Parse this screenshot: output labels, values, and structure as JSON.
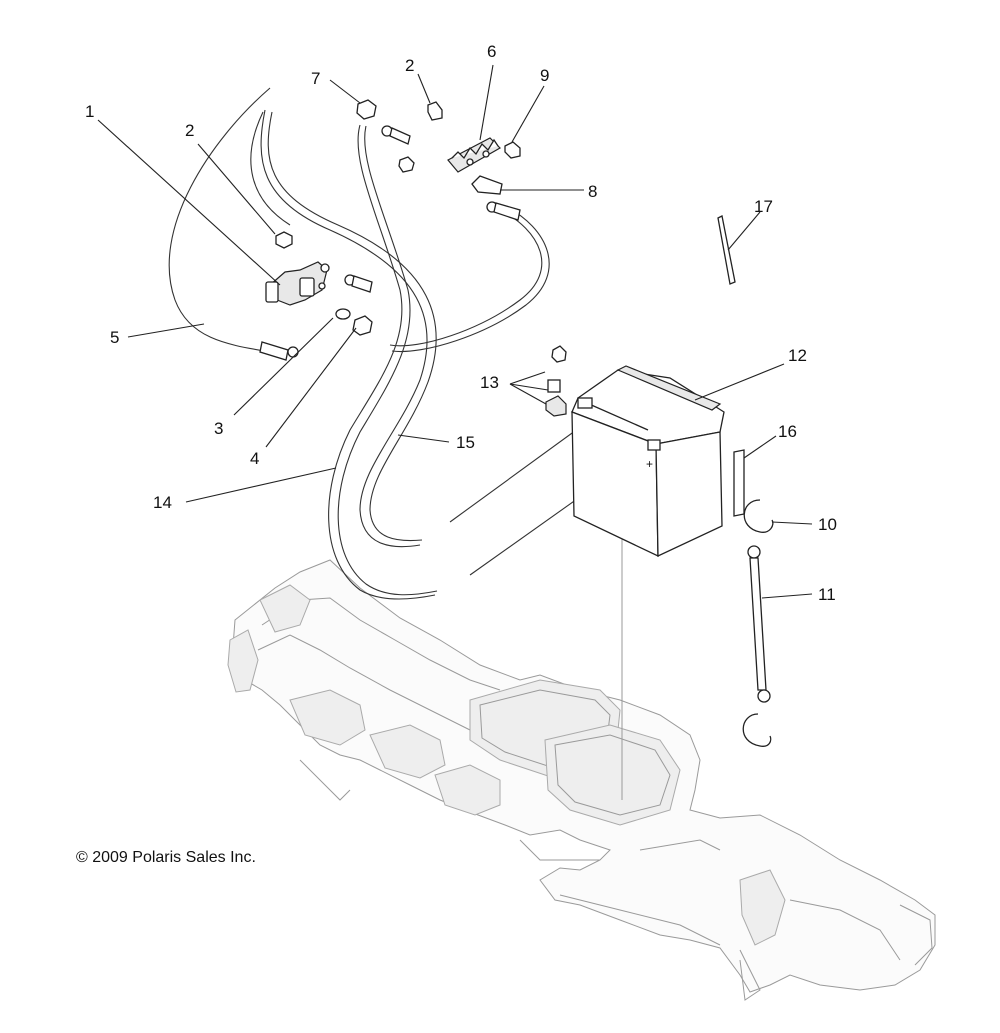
{
  "copyright": "© 2009 Polaris Sales Inc.",
  "callouts": [
    {
      "id": "c1",
      "label": "1"
    },
    {
      "id": "c2a",
      "label": "2"
    },
    {
      "id": "c2b",
      "label": "2"
    },
    {
      "id": "c3",
      "label": "3"
    },
    {
      "id": "c4",
      "label": "4"
    },
    {
      "id": "c5",
      "label": "5"
    },
    {
      "id": "c6",
      "label": "6"
    },
    {
      "id": "c7",
      "label": "7"
    },
    {
      "id": "c8",
      "label": "8"
    },
    {
      "id": "c9",
      "label": "9"
    },
    {
      "id": "c10",
      "label": "10"
    },
    {
      "id": "c11",
      "label": "11"
    },
    {
      "id": "c12",
      "label": "12"
    },
    {
      "id": "c13",
      "label": "13"
    },
    {
      "id": "c14",
      "label": "14"
    },
    {
      "id": "c15",
      "label": "15"
    },
    {
      "id": "c16",
      "label": "16"
    },
    {
      "id": "c17",
      "label": "17"
    }
  ]
}
